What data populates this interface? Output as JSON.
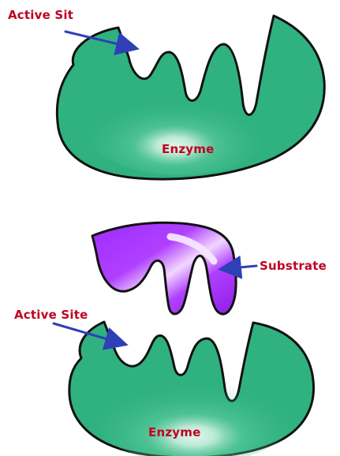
{
  "diagram": {
    "top_panel": {
      "active_site_label": "Active Sit",
      "enzyme_label": "Enzyme"
    },
    "bottom_panel": {
      "substrate_label": "Substrate",
      "active_site_label": "Active Site",
      "enzyme_label": "Enzyme"
    },
    "colors": {
      "enzyme_fill": "#2fb27f",
      "enzyme_highlight": "#d9f4e7",
      "substrate_fill": "#9320e8",
      "substrate_highlight": "#f2d8ff",
      "outline": "#111111",
      "label_text": "#c00020",
      "arrow": "#2f3fb8"
    }
  }
}
